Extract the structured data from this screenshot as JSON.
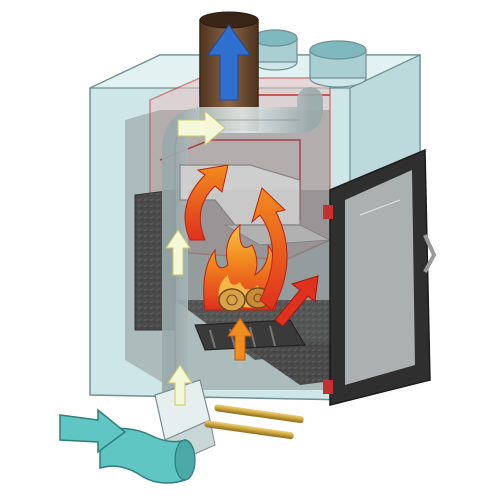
{
  "diagram": {
    "subject": "fireplace-insert-airflow-cutaway",
    "parts": [
      "flue-pipe",
      "top-vent-collar-left",
      "top-vent-collar-right",
      "outer-casing",
      "firebox",
      "baffle-plate",
      "ash-grate",
      "logs",
      "fire",
      "glass-door",
      "door-handle",
      "combustion-air-inlet-duct",
      "heating-pipes"
    ],
    "airflows": [
      {
        "name": "flue-gas-exhaust",
        "direction": "up"
      },
      {
        "name": "convection-air-return",
        "direction": "right"
      },
      {
        "name": "hot-gas-circulation",
        "direction": "up"
      },
      {
        "name": "secondary-air",
        "direction": "up"
      },
      {
        "name": "fresh-air-intake",
        "direction": "right"
      }
    ],
    "colors": {
      "casing_fill": "#cfe6e8",
      "casing_edge": "#6f8f94",
      "firebox_dark": "#4a4a4a",
      "flue": "#6b4a2e",
      "flame_orange": "#f28c1e",
      "flame_red": "#e0301e",
      "cold_air_blue": "#2e6fd0",
      "intake_teal": "#5fc6c4",
      "door_frame": "#2f2f2f",
      "accent_red": "#c23030",
      "gold_pipe": "#c9a23a"
    }
  }
}
